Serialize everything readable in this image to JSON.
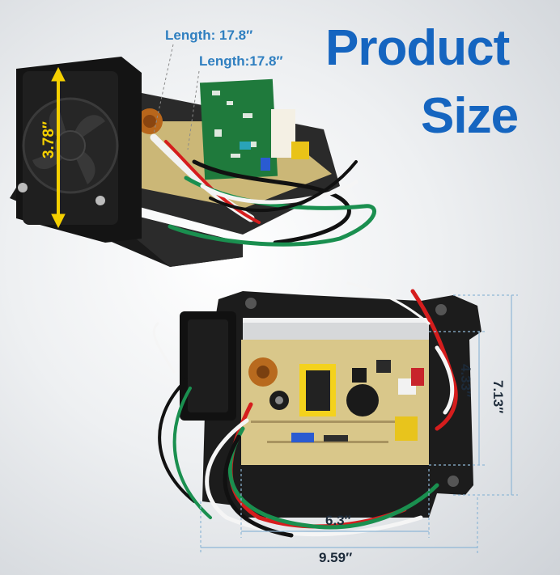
{
  "title": {
    "line1": "Product",
    "line2": "Size"
  },
  "dimensions": {
    "top_length_outer": "Length: 17.8″",
    "top_length_inner": "Length:17.8″",
    "fan_height": "3.78″",
    "bottom_height_total": "7.13″",
    "bottom_height_board": "4.33″",
    "bottom_width_board": "6.3″",
    "bottom_width_total": "9.59″"
  },
  "colors": {
    "title": "#1565c0",
    "dimension_text": "#2f7fc0",
    "dimension_dark": "#1d2b3a",
    "arrow_yellow": "#f5d000",
    "pcb_green": "#1f7a3c",
    "pcb_tan": "#d9c78a",
    "chassis": "#1b1b1b"
  },
  "icons": [
    "fan-icon",
    "circuit-board-icon",
    "wire-bundle-icon"
  ]
}
